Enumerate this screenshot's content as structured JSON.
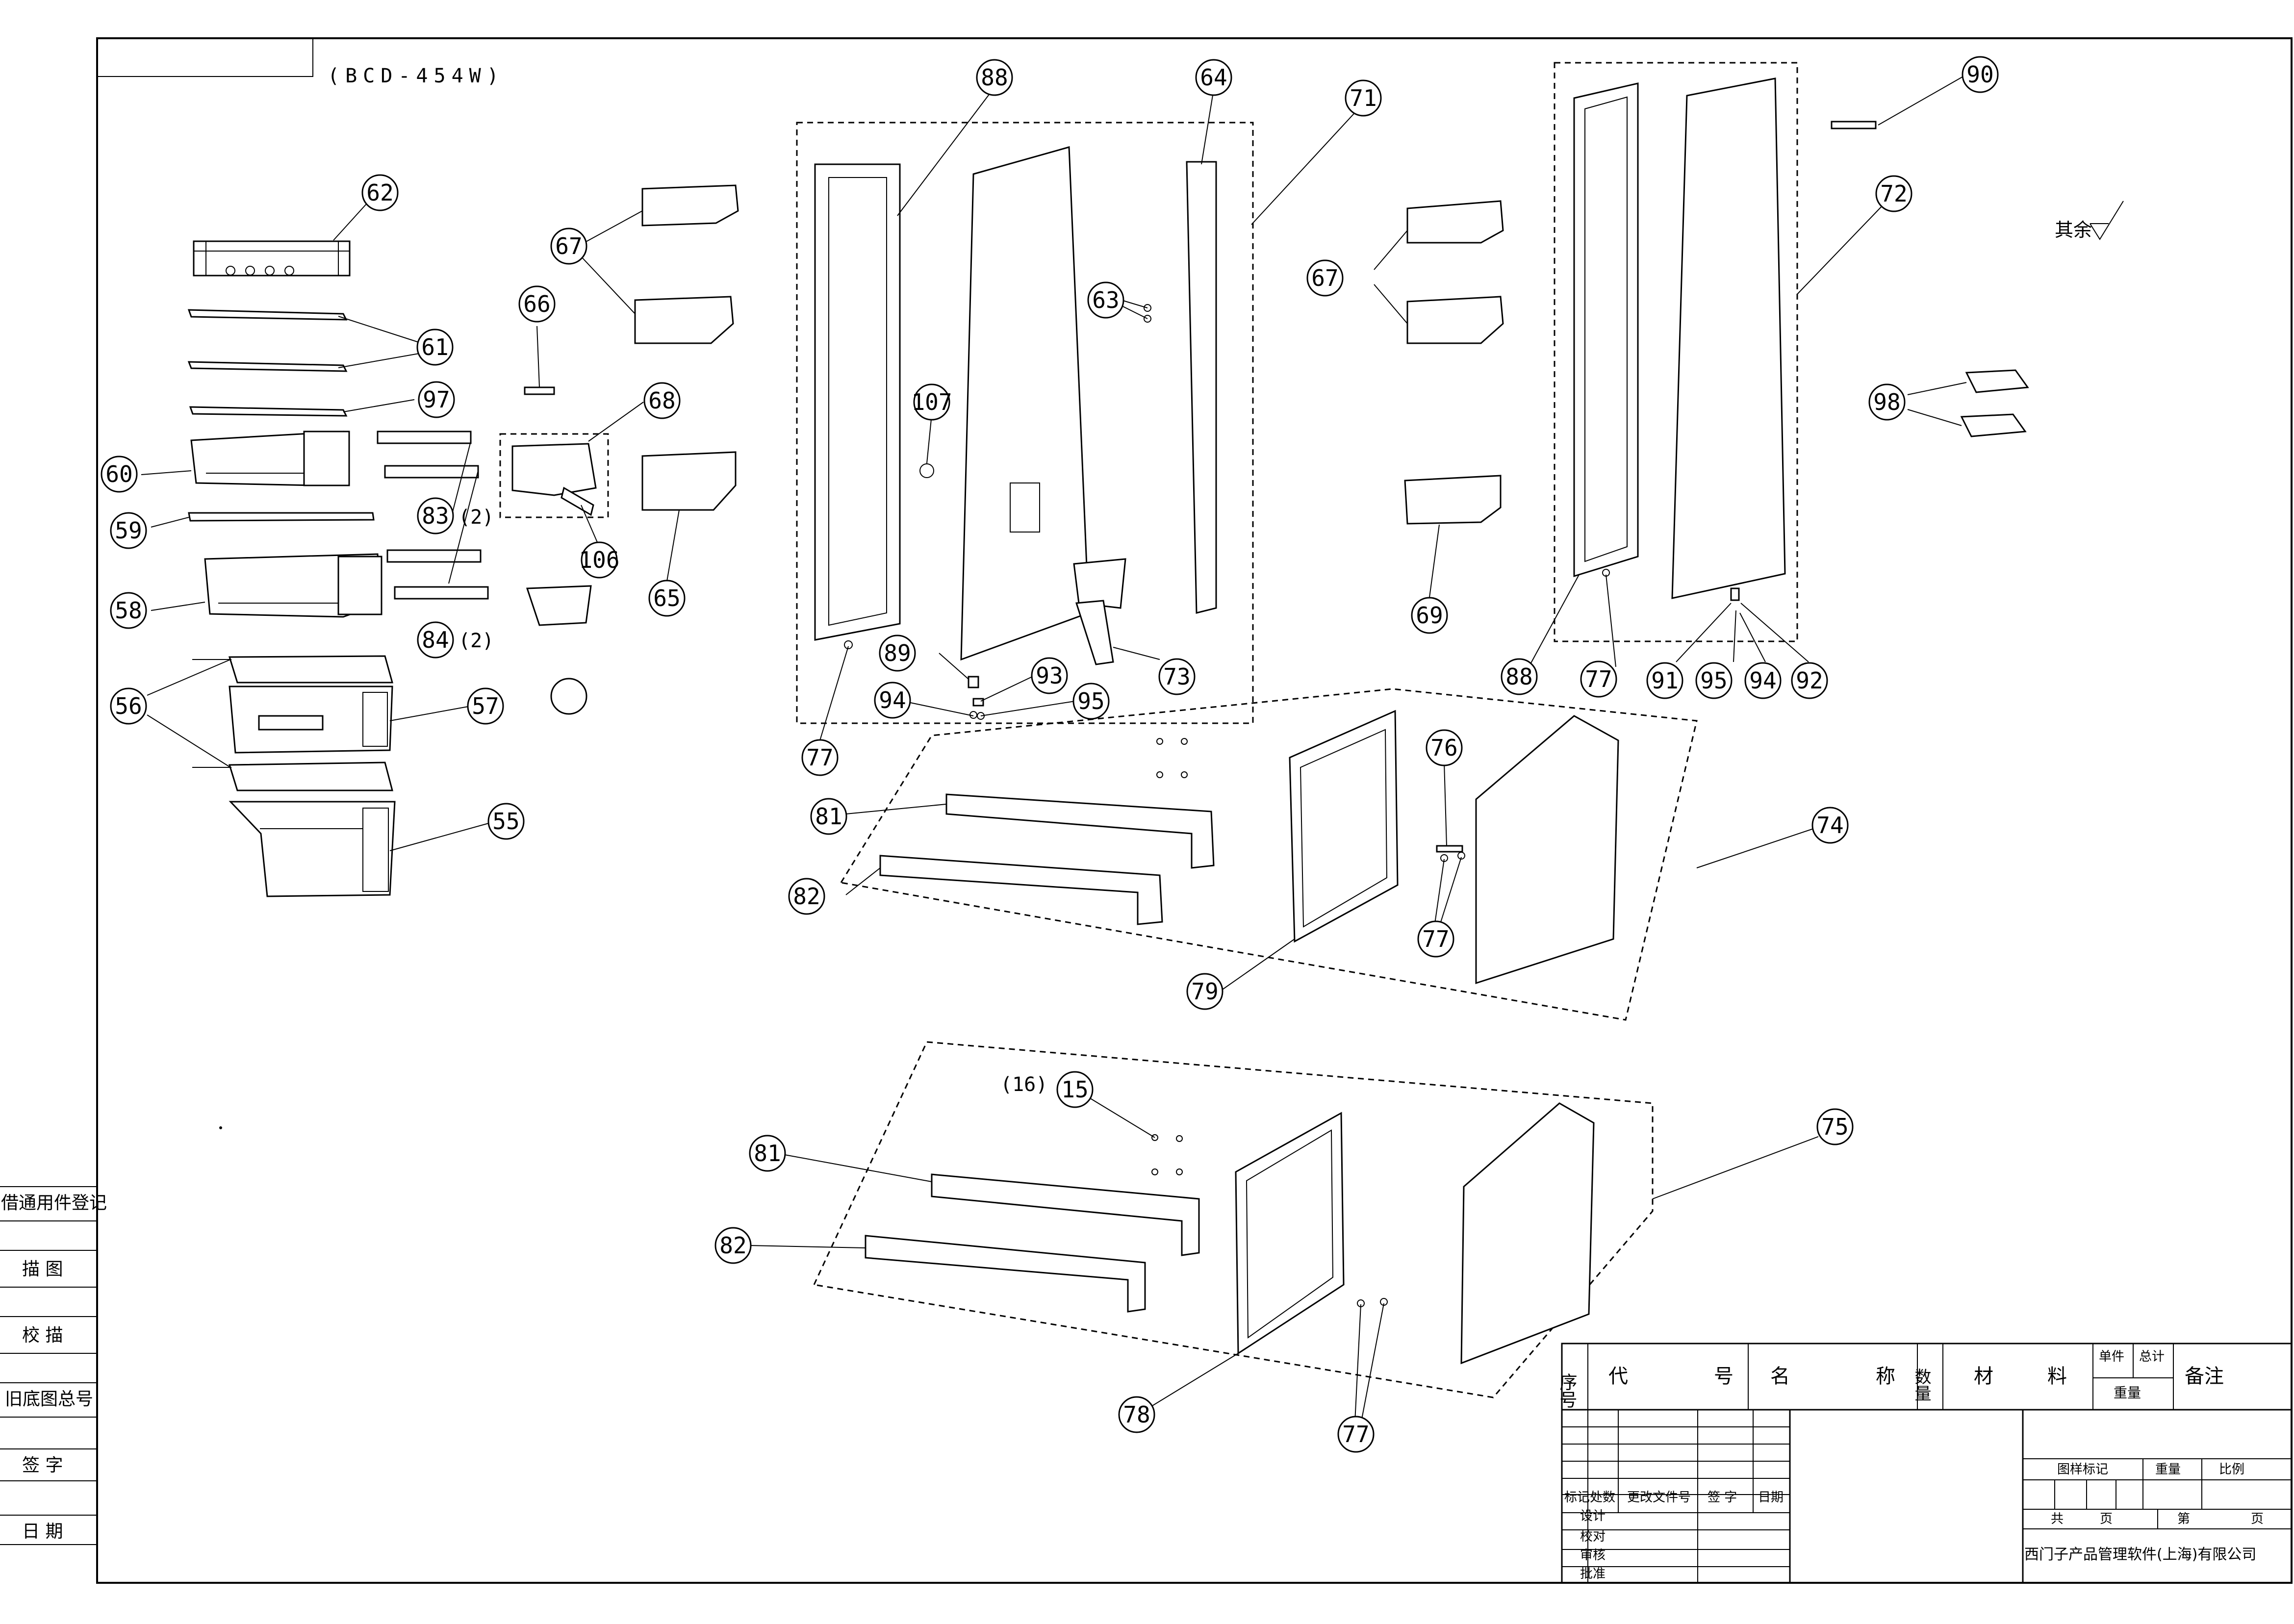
{
  "model_label": "(BCD-454W)",
  "roughness_note": "其余",
  "callouts": [
    "88",
    "64",
    "71",
    "90",
    "62",
    "67",
    "72",
    "66",
    "63",
    "61",
    "97",
    "68",
    "107",
    "98",
    "60",
    "83",
    "(2)",
    "59",
    "106",
    "65",
    "69",
    "58",
    "84",
    "89",
    "93",
    "73",
    "88",
    "77",
    "91",
    "95",
    "94",
    "92",
    "94",
    "95",
    "56",
    "57",
    "77",
    "76",
    "81",
    "74",
    "55",
    "82",
    "77",
    "79",
    "(16)",
    "15",
    "75",
    "81",
    "82",
    "78",
    "77"
  ],
  "left_sidebar": [
    "借通用件登记",
    "描 图",
    "校 描",
    "旧底图总号",
    "签 字",
    "日 期"
  ],
  "title_block": {
    "header": [
      "序号",
      "代",
      "号",
      "名",
      "称",
      "数量",
      "材",
      "料",
      "单件",
      "总计",
      "重量",
      "备注"
    ],
    "change_cols": [
      "标记",
      "处数",
      "更改文件号",
      "签 字",
      "日期"
    ],
    "roles": [
      "设计",
      "校对",
      "审核",
      "批准"
    ],
    "drawing_mark": "图样标记",
    "weight": "重量",
    "scale": "比例",
    "total_pages": "共",
    "page_unit_1": "页",
    "page_no": "第",
    "page_unit_2": "页",
    "company": "西门子产品管理软件(上海)有限公司"
  }
}
